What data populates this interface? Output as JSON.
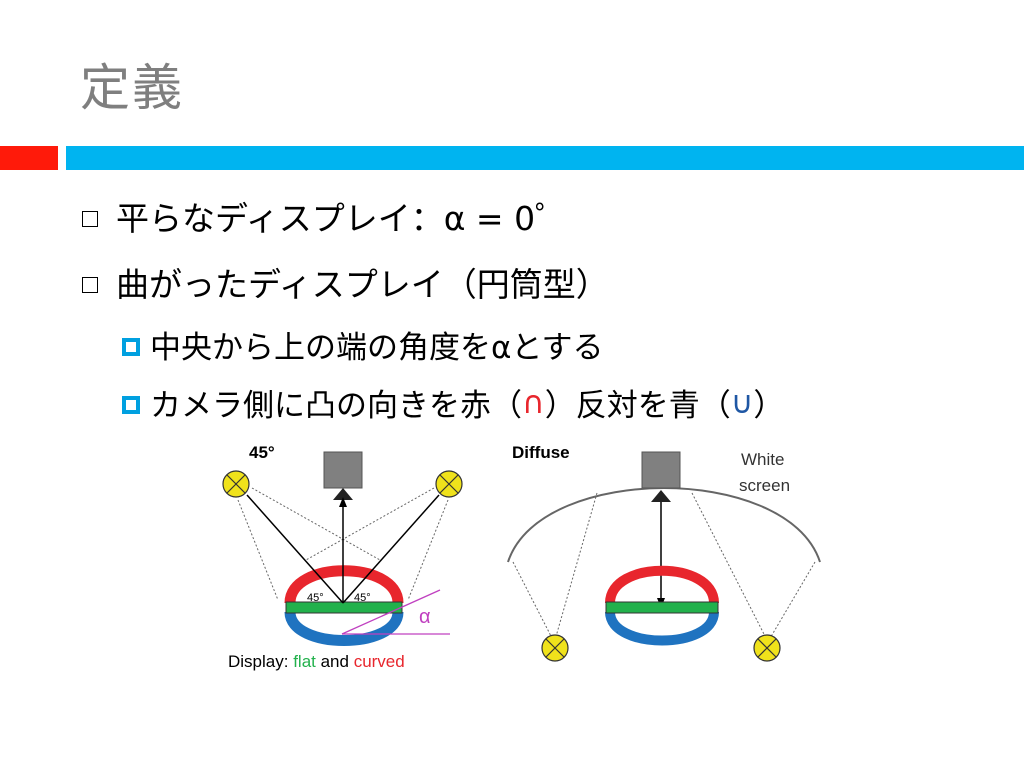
{
  "title": "定義",
  "bullets": {
    "b1": "平らなディスプレイ：α = 0゜",
    "b2": "曲がったディスプレイ（円筒型）",
    "b2_1": "中央から上の端の角度をαとする",
    "b2_2_pre": "カメラ側に凸の向きを赤（",
    "b2_2_cap": "∩",
    "b2_2_mid": "）反対を青（",
    "b2_2_cup": "∪",
    "b2_2_post": "）"
  },
  "figure_left": {
    "angle_label": "45°",
    "inner_left": "45°",
    "inner_right": "45°",
    "alpha": "α",
    "caption_prefix": "Display: ",
    "caption_flat": "flat",
    "caption_and": " and ",
    "caption_curved": "curved"
  },
  "figure_right": {
    "label": "Diffuse",
    "screen_line1": "White",
    "screen_line2": "screen"
  },
  "colors": {
    "title": "#7f7f7f",
    "red_bar": "#ff1a0a",
    "blue_bar": "#00b4f0",
    "red_arc": "#e8262d",
    "blue_arc": "#1f73c0",
    "green_display": "#22b14c",
    "lamp": "#f0e21b",
    "alpha": "#c040c0"
  }
}
